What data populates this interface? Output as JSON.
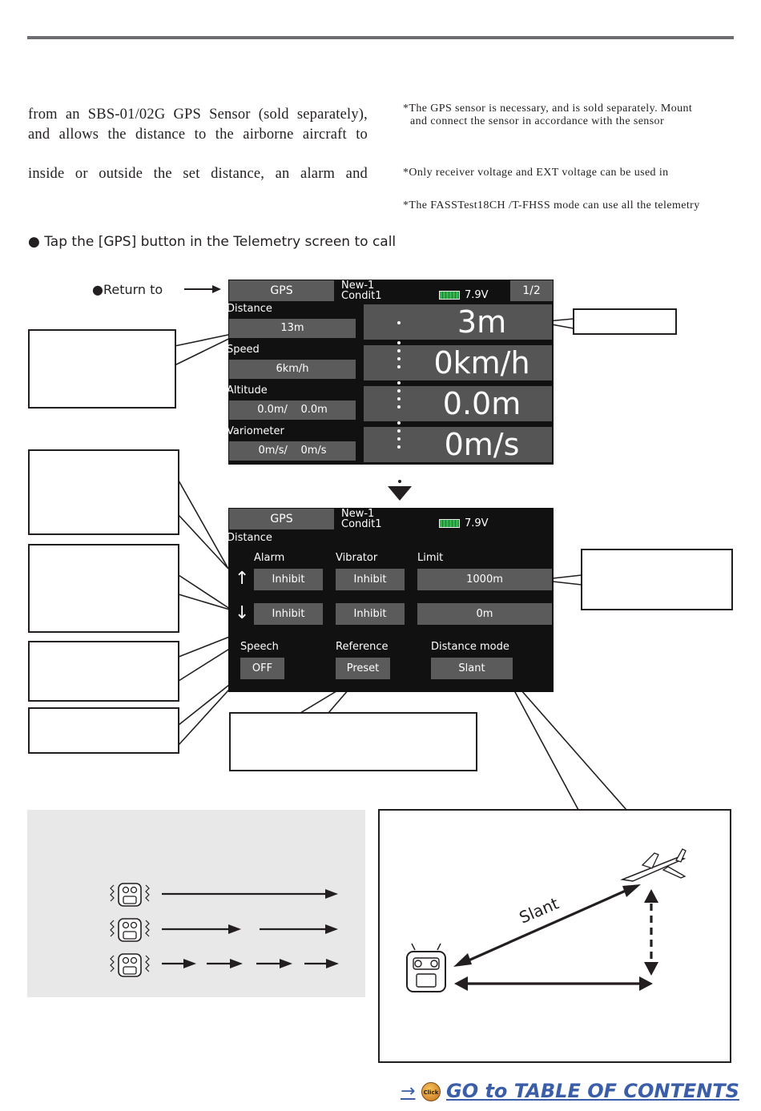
{
  "intro": {
    "line1": "from an SBS-01/02G GPS Sensor (sold separately),",
    "line2": "and allows the distance to the airborne aircraft to",
    "line3": "inside or outside the set distance, an alarm and"
  },
  "notes": {
    "note1a": "*The GPS sensor is necessary, and is sold separately. Mount",
    "note1b": "and connect the sensor in accordance with the sensor",
    "note2": "*Only receiver voltage and EXT voltage can be used in",
    "note3": "*The FASSTest18CH /T-FHSS mode can use all the telemetry"
  },
  "instruction": "● Tap the [GPS] button in the Telemetry screen to call",
  "return_label": "●Return to",
  "screen1": {
    "title_button": "GPS",
    "model": "New-1",
    "condition": "Condit1",
    "voltage": "7.9V",
    "page": "1/2",
    "distance_label": "Distance",
    "distance_value": "13m",
    "distance_big": "3m",
    "speed_label": "Speed",
    "speed_value": "6km/h",
    "speed_big": "0km/h",
    "altitude_label": "Altitude",
    "altitude_value": "0.0m/    0.0m",
    "altitude_big": "0.0m",
    "vario_label": "Variometer",
    "vario_value": "0m/s/    0m/s",
    "vario_big": "0m/s"
  },
  "screen2": {
    "title_button": "GPS",
    "model": "New-1",
    "condition": "Condit1",
    "voltage": "7.9V",
    "distance_label": "Distance",
    "col_alarm": "Alarm",
    "col_vibrator": "Vibrator",
    "col_limit": "Limit",
    "up_arrow": "↑",
    "down_arrow": "↓",
    "up_alarm": "Inhibit",
    "up_vibrator": "Inhibit",
    "up_limit": "1000m",
    "down_alarm": "Inhibit",
    "down_vibrator": "Inhibit",
    "down_limit": "0m",
    "speech_label": "Speech",
    "speech_value": "OFF",
    "reference_label": "Reference",
    "reference_value": "Preset",
    "mode_label": "Distance mode",
    "mode_value": "Slant"
  },
  "diagram": {
    "slant_label": "Slant"
  },
  "toc_link": "GO to TABLE OF CONTENTS",
  "toc_arrow": "→",
  "click_badge": "Click",
  "colors": {
    "screen_bg": "#111111",
    "button_gray": "#5b5b5b",
    "link_blue": "#3b5ea8",
    "battery_green": "#2fb84a"
  }
}
